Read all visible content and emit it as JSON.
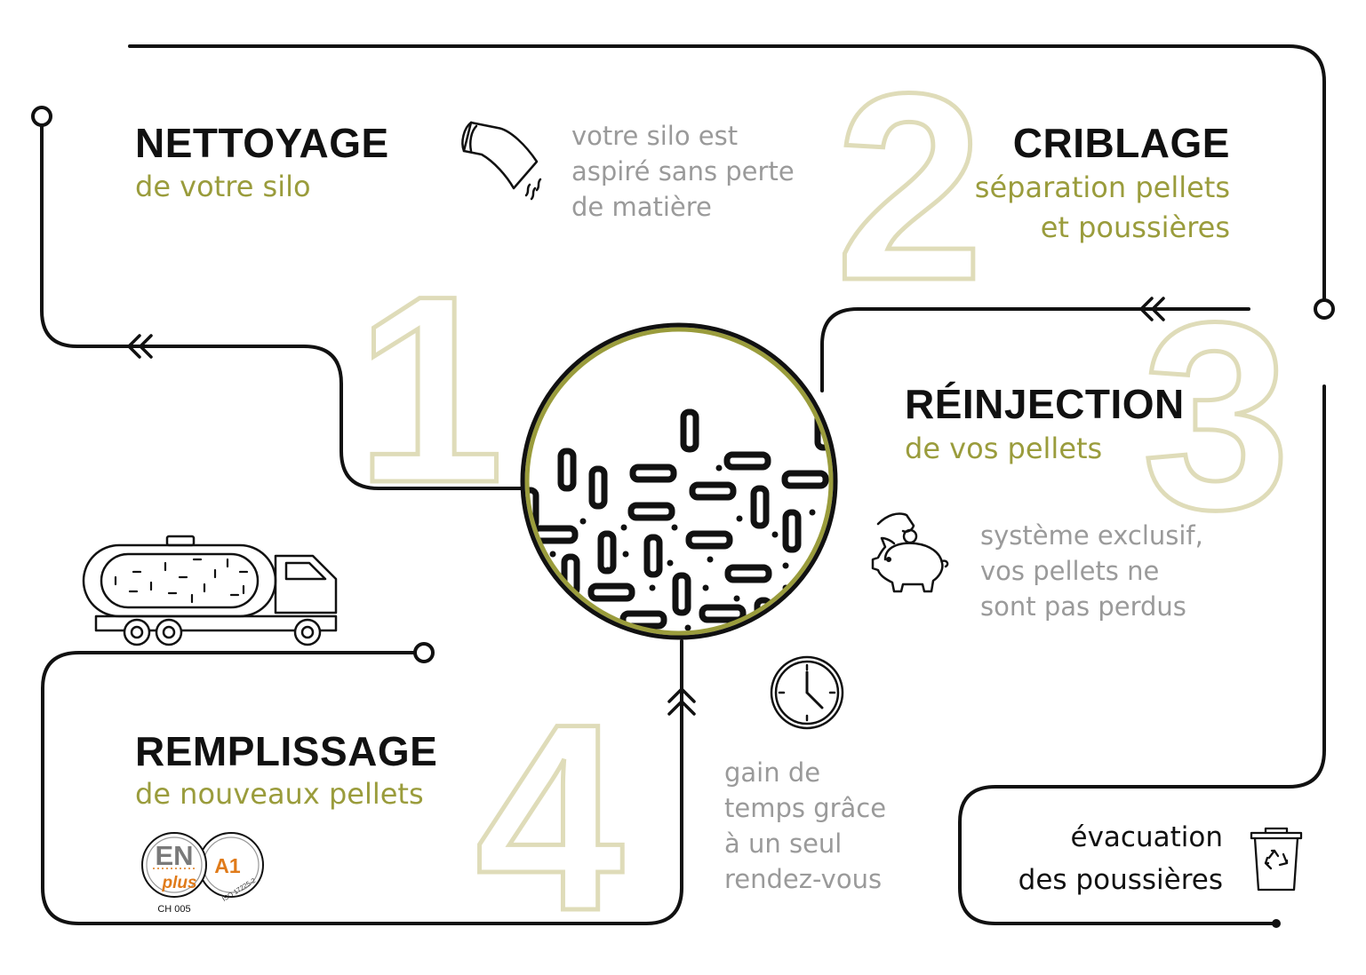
{
  "steps": [
    {
      "number": "1",
      "title": "NETTOYAGE",
      "subtitle": "de votre silo",
      "note": [
        "votre silo est",
        "aspiré sans perte",
        "de matière"
      ]
    },
    {
      "number": "2",
      "title": "CRIBLAGE",
      "subtitle": [
        "séparation pellets",
        "et poussières"
      ]
    },
    {
      "number": "3",
      "title": "RÉINJECTION",
      "subtitle": "de vos pellets",
      "note": [
        "système exclusif,",
        "vos pellets ne",
        "sont pas perdus"
      ]
    },
    {
      "number": "4",
      "title": "REMPLISSAGE",
      "subtitle": "de nouveaux pellets",
      "note": [
        "gain de",
        "temps grâce",
        "à un seul",
        "rendez-vous"
      ]
    }
  ],
  "evacuation": [
    "évacuation",
    "des poussières"
  ],
  "certification": {
    "brand_top": "EN",
    "brand_bottom": "plus",
    "grade": "A1",
    "standard": "ISO 17225-2",
    "code": "CH 005"
  },
  "icons": [
    "vacuum-nozzle-icon",
    "piggy-bank-icon",
    "clock-icon",
    "recycle-bin-icon",
    "tanker-truck-icon",
    "double-chevron-icon",
    "magnifier-pellets-icon"
  ],
  "colors": {
    "accent": "#9a9c3c",
    "number_outline": "#dfdcb9",
    "lens_ring": "#9a9c3c",
    "text_grey": "#9a9a9a",
    "line": "#111111"
  }
}
